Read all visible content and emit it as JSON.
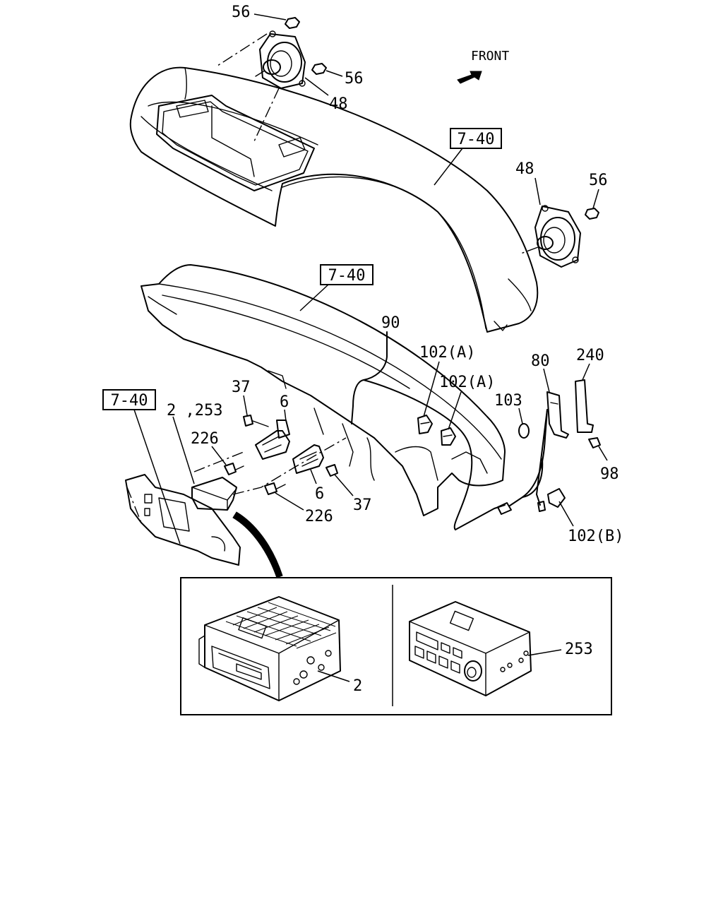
{
  "orientation": {
    "front_label": "FRONT"
  },
  "refs": [
    "7-40",
    "7-40",
    "7-40"
  ],
  "labels": {
    "l56_top": "56",
    "l56_mid": "56",
    "l48_top": "48",
    "l48_right": "48",
    "l56_right": "56",
    "l90": "90",
    "l102a_1": "102(A)",
    "l102a_2": "102(A)",
    "l80": "80",
    "l240": "240",
    "l103": "103",
    "l98": "98",
    "l102b": "102(B)",
    "l37_top": "37",
    "l6_top": "6",
    "l2_253": "2 ,253",
    "l226_top": "226",
    "l6_bottom": "6",
    "l37_bottom": "37",
    "l226_bottom": "226",
    "l2_inset": "2",
    "l253_inset": "253"
  }
}
